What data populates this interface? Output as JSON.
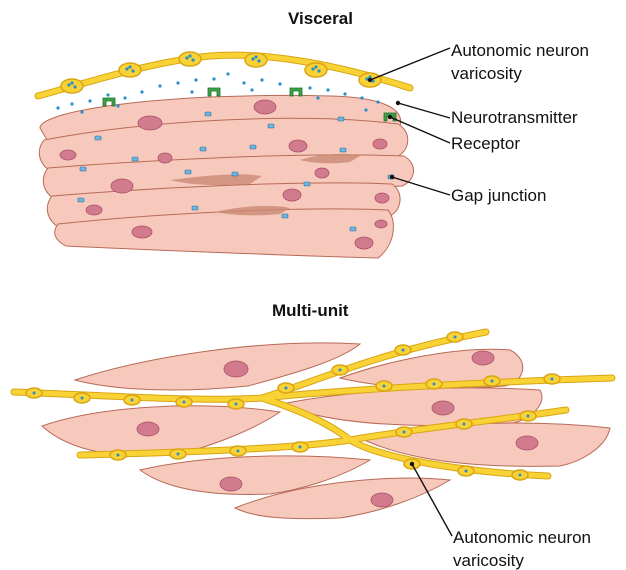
{
  "panels": {
    "visceral": {
      "title": "Visceral",
      "labels": {
        "varicosity_line1": "Autonomic neuron",
        "varicosity_line2": "varicosity",
        "neurotransmitter": "Neurotransmitter",
        "receptor": "Receptor",
        "gap_junction": "Gap junction"
      }
    },
    "multiunit": {
      "title": "Multi-unit",
      "labels": {
        "varicosity_line1": "Autonomic neuron",
        "varicosity_line2": "varicosity"
      }
    }
  },
  "colors": {
    "cell_fill": "#f7c9bc",
    "cell_stroke": "#b86a57",
    "nucleus": "#d27b8f",
    "axon": "#f9d236",
    "axon_outline": "#d9a513",
    "vesicle": "#2a8fc9",
    "receptor": "#3aa548",
    "gap_junction": "#6fb3e0"
  }
}
